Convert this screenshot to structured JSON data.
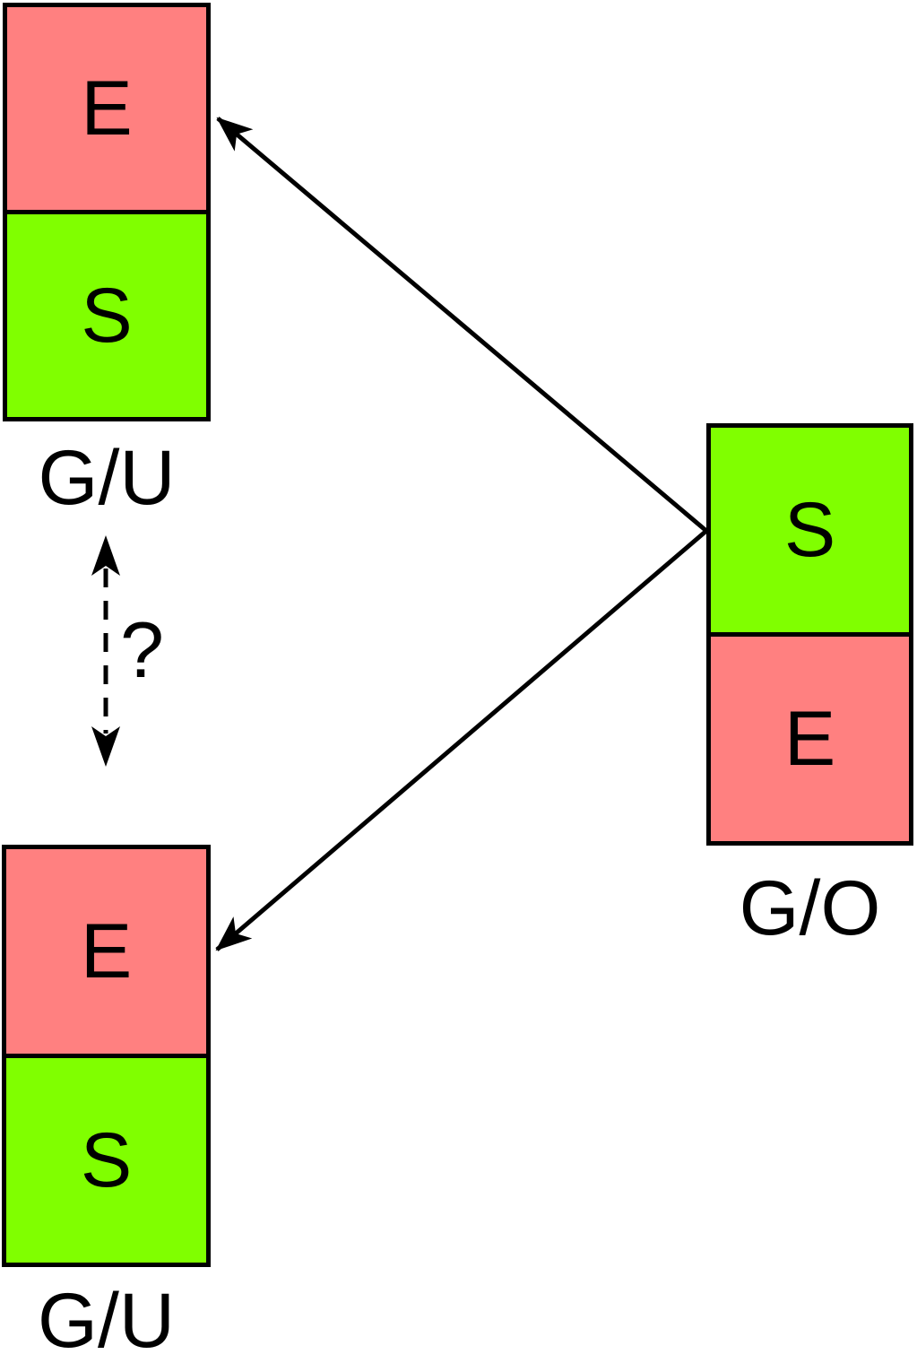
{
  "colors": {
    "e_segment": "#ff8080",
    "s_segment": "#80ff00",
    "line": "#000000",
    "text": "#000000",
    "background": "#ffffff"
  },
  "nodes": {
    "top_left": {
      "label": "G/U",
      "segments": [
        {
          "letter": "E"
        },
        {
          "letter": "S"
        }
      ]
    },
    "bottom_left": {
      "label": "G/U",
      "segments": [
        {
          "letter": "E"
        },
        {
          "letter": "S"
        }
      ]
    },
    "right": {
      "label": "G/O",
      "segments": [
        {
          "letter": "S"
        },
        {
          "letter": "E"
        }
      ]
    }
  },
  "relation": {
    "question_mark": "?"
  }
}
